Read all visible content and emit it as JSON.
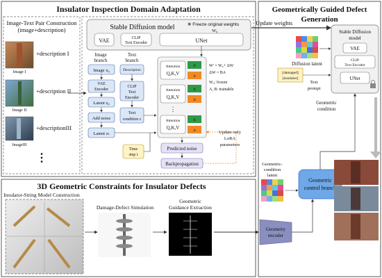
{
  "sections": {
    "domain": "Insulator Inspection Domain Adaptation",
    "defect": "Geometrically Guided Defect",
    "defect2": "Generation",
    "geo": "3D Geometric Constraints for Insulator Defects"
  },
  "left": {
    "pair_title": "Image-Text Pair Construction",
    "pair_sub": "(image+description)",
    "items": [
      {
        "caption": "Image I",
        "desc": "+description I"
      },
      {
        "caption": "Image II",
        "desc": "+description II"
      },
      {
        "caption": "ImageIII",
        "desc": "+descriptionIII"
      }
    ],
    "dots": "⋮"
  },
  "sd": {
    "title": "Stable Diffusion model",
    "freeze": "❄ Freeze original weights",
    "w0": "W₀",
    "vae": "VAE",
    "clip1": "CLIP",
    "clip2": "Text Encoder",
    "unet": "UNet"
  },
  "image_branch": {
    "title": "Image",
    "title2": "branch",
    "img_x": "Image x₀",
    "enc1": "VAE",
    "enc2": "Encoder",
    "latent0": "Latent z₀",
    "noise": "Add noise",
    "latentt": "Latent zₜ"
  },
  "text_branch": {
    "title": "Text",
    "title2": "branch",
    "desc": "Description",
    "clip1": "CLIP",
    "clip2": "Text",
    "clip3": "Encoder",
    "cond1": "Text",
    "cond2": "condition c"
  },
  "attn": {
    "label": "Attention",
    "qkv": "Q,K,V",
    "b": "B",
    "a": "A",
    "dots": "⋮"
  },
  "eq": {
    "l1": "W' = W₀+ ΔW",
    "l2": "ΔW = BA",
    "l3": "W₀: frozen",
    "l4": "A, B: trainable"
  },
  "timestep": {
    "l1": "Time",
    "l2": "step t"
  },
  "pred_noise": "Predicted noise",
  "backprop": "Backpropagation",
  "lora": {
    "l1": "Update only",
    "l2": "LoRA",
    "l3": "parameters"
  },
  "update": "Update weights",
  "right": {
    "diff_latent": "Diffusion latent",
    "prompt1": "[damaged]",
    "prompt2": "[insulator]",
    "text_prompt1": "Text",
    "text_prompt2": "prompt",
    "sd1": "Stable Diffusion",
    "sd2": "model",
    "vae": "VAE",
    "clip1": "CLIP",
    "clip2": "Text Encoder",
    "unet": "UNet",
    "geom1": "Geometric",
    "geom2": "condition",
    "gcl1": "Geometric-",
    "gcl2": "condition",
    "gcl3": "latent",
    "branch1": "Geometric",
    "branch2": "control branch"
  },
  "geo": {
    "model_title": "Insulator-String Model Construction",
    "dmg": "Damage-Defect Simulation",
    "guid1": "Geometric",
    "guid2": "Guidance Extraction",
    "enc1": "Geometry",
    "enc2": "encoder"
  },
  "colors": {
    "blue_box": "#dbe6f7",
    "blue_border": "#4a6fb0",
    "lavender": "#e6e2f5",
    "lavender_border": "#7a6db8",
    "orange": "#f08a24",
    "green": "#2e9a47",
    "gcb": "#6fa8e8",
    "timestep": "#fff2c4"
  }
}
